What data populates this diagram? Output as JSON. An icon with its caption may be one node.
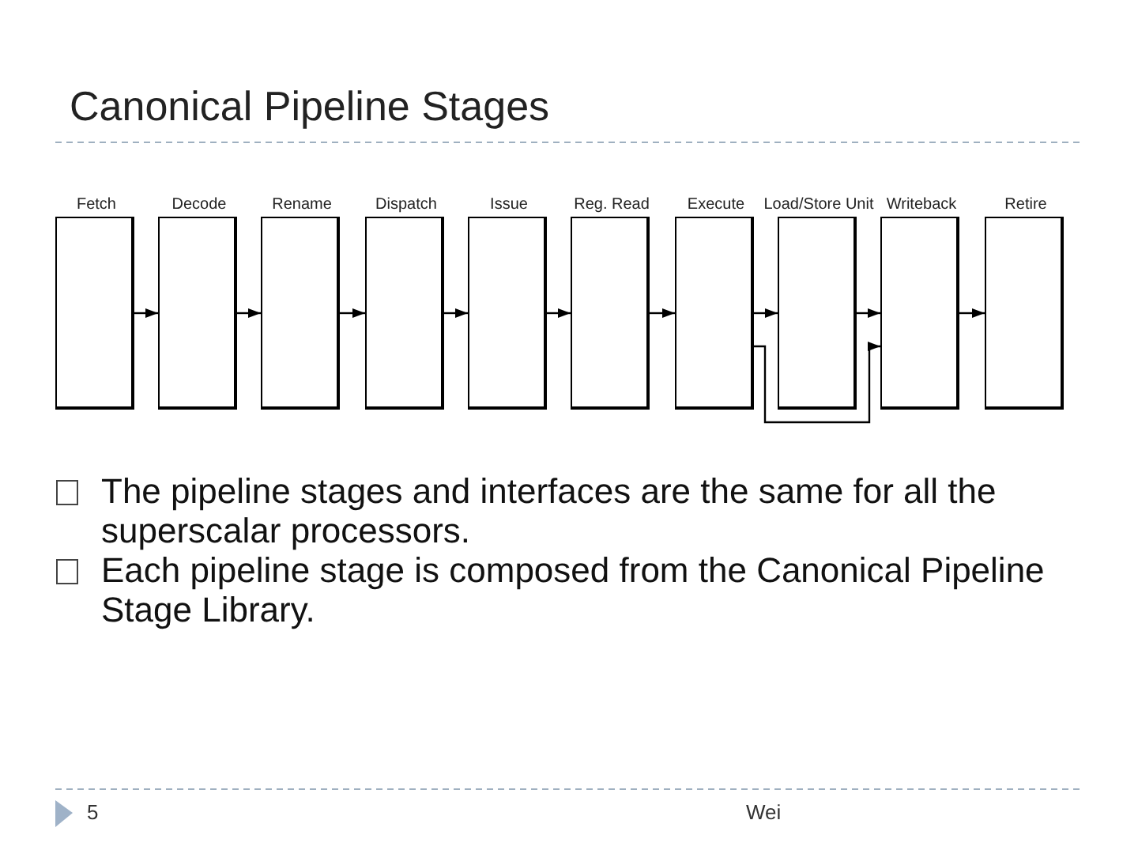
{
  "diagram": {
    "title": "Canonical Pipeline Stages",
    "nodes": [
      {
        "text": [
          "Fetch"
        ]
      },
      {
        "text": [
          "Decode"
        ]
      },
      {
        "text": [
          "Rename"
        ]
      },
      {
        "text": [
          "Dispatch"
        ]
      },
      {
        "text": [
          "Issue"
        ]
      },
      {
        "text": [
          "Reg. Read"
        ]
      },
      {
        "text": [
          "Execute"
        ]
      },
      {
        "text": [
          "Load/Store Unit"
        ]
      },
      {
        "text": [
          "Writeback"
        ]
      },
      {
        "text": [
          "Retire"
        ]
      }
    ],
    "edges": [
      {
        "from": 0,
        "to": 1,
        "arrow": "to"
      },
      {
        "from": 1,
        "to": 2,
        "arrow": "to"
      },
      {
        "from": 2,
        "to": 3,
        "arrow": "to"
      },
      {
        "from": 3,
        "to": 4,
        "arrow": "to"
      },
      {
        "from": 4,
        "to": 5,
        "arrow": "to"
      },
      {
        "from": 5,
        "to": 6,
        "arrow": "to"
      },
      {
        "from": 6,
        "to": 7,
        "arrow": "to"
      },
      {
        "from": 7,
        "to": 8,
        "arrow": "to"
      },
      {
        "from": 6,
        "to": 8,
        "arrow": "to"
      },
      {
        "from": 8,
        "to": 9,
        "arrow": "to"
      }
    ],
    "labels": [
      "The pipeline stages and interfaces are the same for all the superscalar processors.",
      "Each pipeline stage is composed from the Canonical Pipeline Stage Library.",
      "5",
      "Wei"
    ]
  }
}
